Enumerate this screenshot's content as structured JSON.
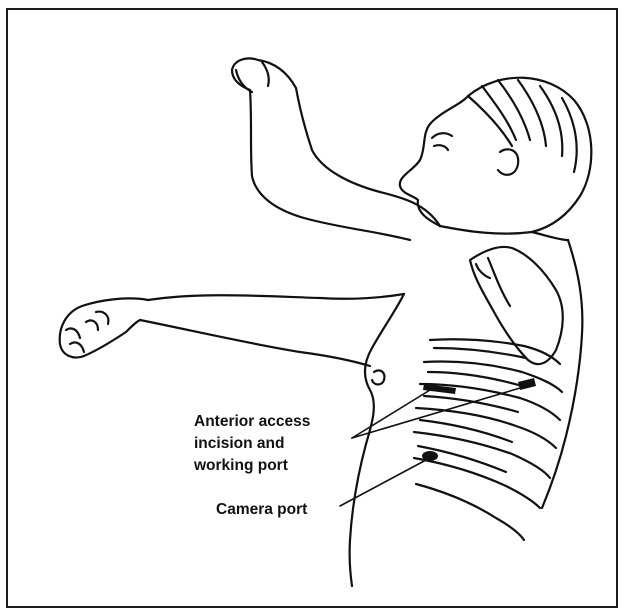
{
  "labels": {
    "anterior_line1": "Anterior access",
    "anterior_line2": "incision and",
    "anterior_line3": "working port",
    "camera": "Camera port"
  },
  "colors": {
    "ink": "#111111",
    "border": "#1a1a1a",
    "background": "#ffffff"
  }
}
